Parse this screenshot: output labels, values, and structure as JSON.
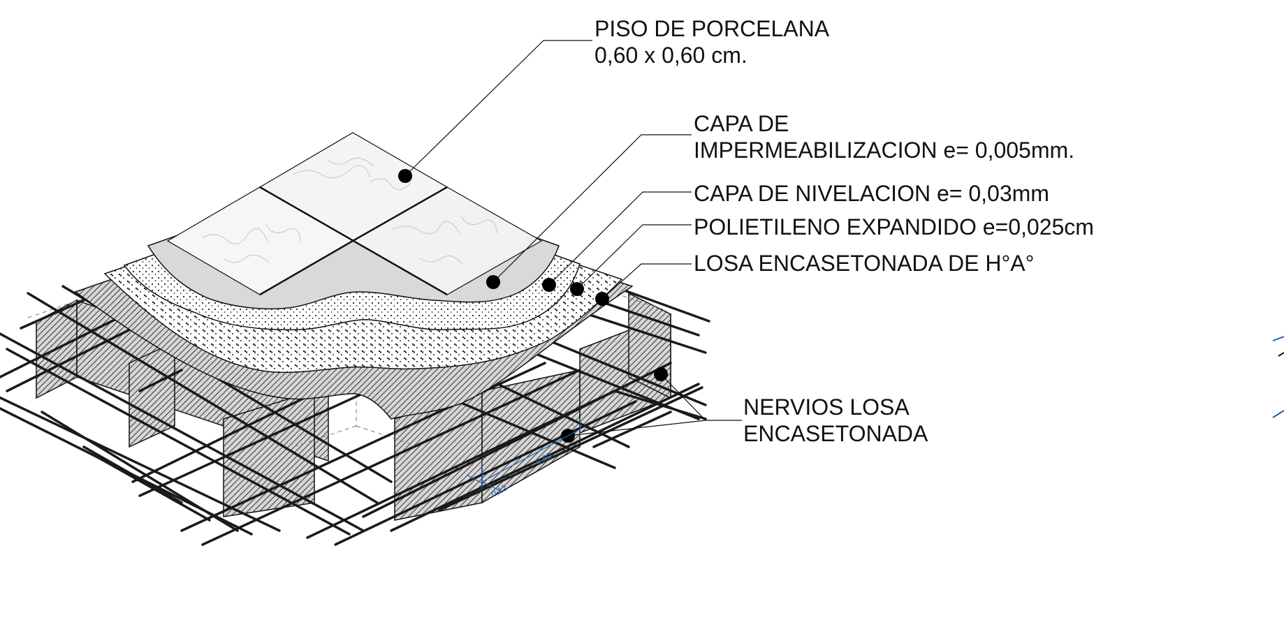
{
  "labels": {
    "piso_line1": "PISO DE PORCELANA",
    "piso_line2": "0,60 x 0,60 cm.",
    "impermeabilizacion_line1": "CAPA DE",
    "impermeabilizacion_line2": "IMPERMEABILIZACION e= 0,005mm.",
    "nivelacion": "CAPA DE NIVELACION e= 0,03mm",
    "poliestireno": "POLIETILENO EXPANDIDO e=0,025cm",
    "losa": "LOSA ENCASETONADA DE H°A°",
    "nervios_line1": "NERVIOS LOSA",
    "nervios_line2": "ENCASETONADA"
  },
  "dimensions": {
    "span": "0,60",
    "rib_width": "0,12"
  },
  "colors": {
    "ink": "#111111",
    "dimension": "#1f5fa8",
    "tile": "#f4f4f4",
    "waterproofing": "#d9d9d9",
    "fill_layer": "#ffffff",
    "concrete": "#8a8a8a"
  }
}
